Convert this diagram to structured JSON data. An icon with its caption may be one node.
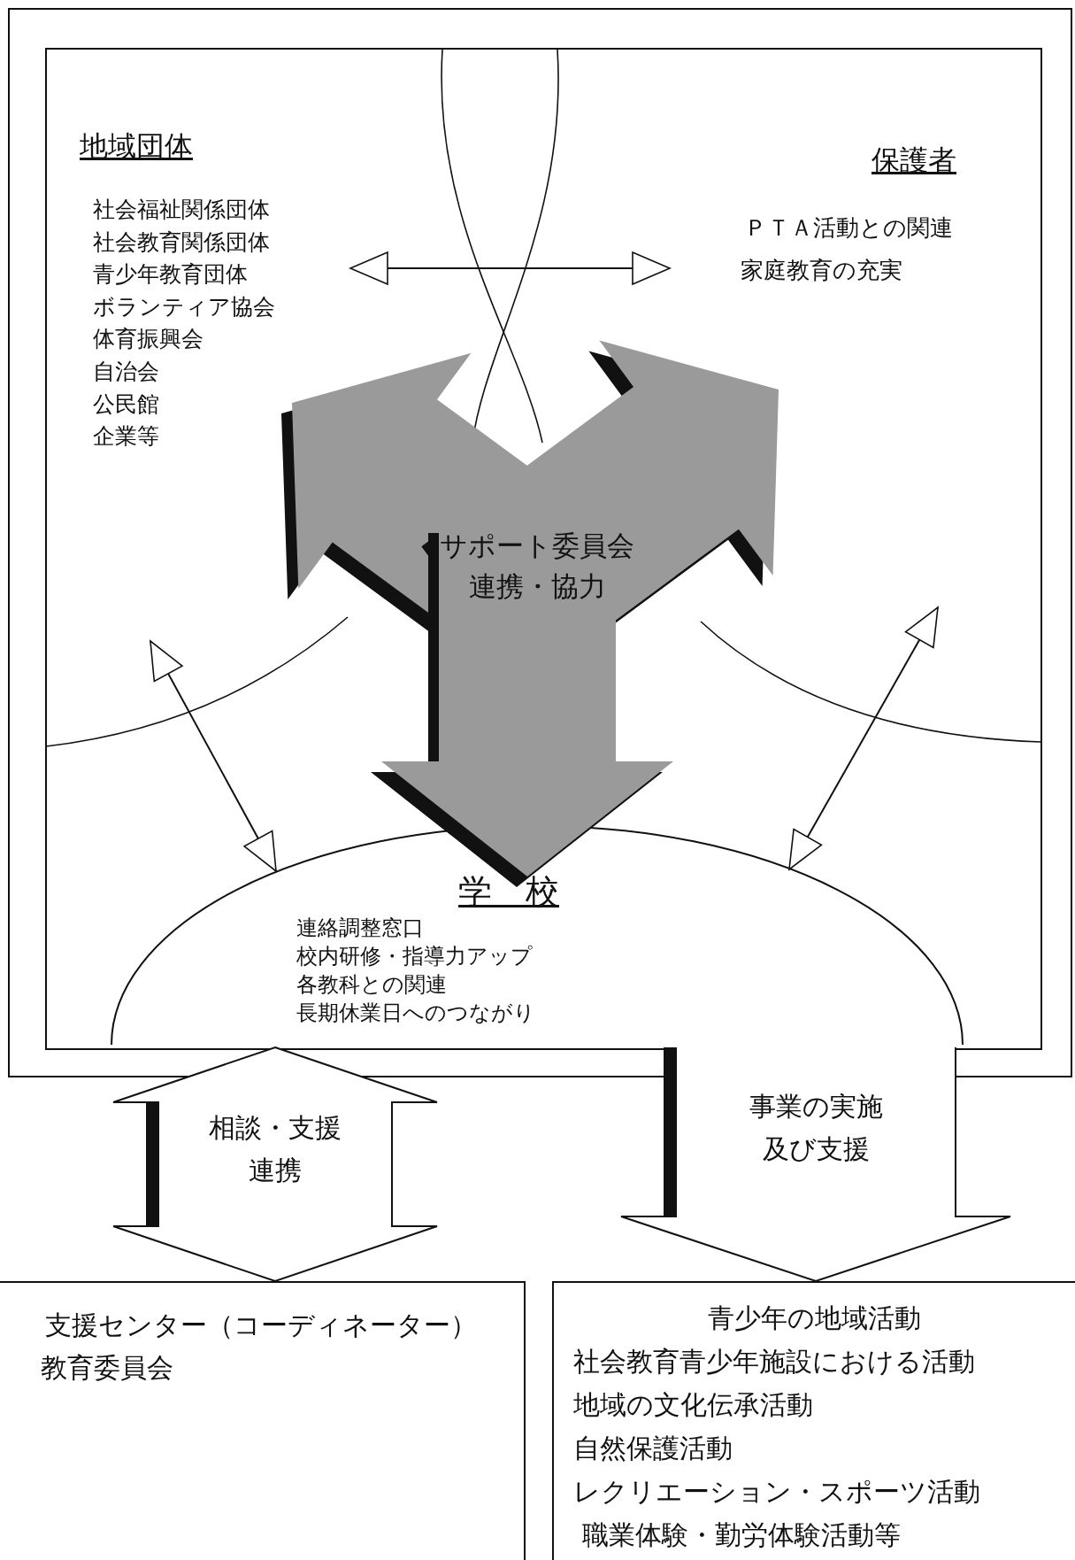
{
  "diagram": {
    "nodes": [
      {
        "text": [
          "地域団体",
          "社会福祉関係団体",
          "社会教育関係団体",
          "青少年教育団体",
          "ボランティア協会",
          "体育振興会",
          "自治会",
          "公民館",
          "企業等"
        ]
      },
      {
        "text": [
          "保護者",
          "ＰＴＡ活動との関連",
          "家庭教育の充実"
        ]
      },
      {
        "text": [
          "サポート委員会",
          "連携・協力"
        ]
      },
      {
        "text": [
          "学　校",
          "連絡調整窓口",
          "校内研修・指導力アップ",
          "各教科との関連",
          "長期休業日へのつながり"
        ]
      },
      {
        "text": [
          "支援センター（コーディネーター）",
          "教育委員会"
        ]
      },
      {
        "text": [
          "青少年の地域活動",
          "社会教育青少年施設における活動",
          "地域の文化伝承活動",
          "自然保護活動",
          "レクリエーション・スポーツ活動",
          "職業体験・勤労体験活動等"
        ]
      }
    ],
    "edges": [
      {
        "from": 0,
        "to": 1,
        "arrow": "both"
      },
      {
        "from": 0,
        "to": 3,
        "arrow": "both"
      },
      {
        "from": 1,
        "to": 3,
        "arrow": "both"
      },
      {
        "from": 3,
        "to": 4,
        "arrow": "both",
        "label": "相談・支援連携"
      },
      {
        "from": 3,
        "to": 5,
        "arrow": "to",
        "label": "事業の実施及び支援"
      },
      {
        "from": 2,
        "to": 0,
        "arrow": "to"
      },
      {
        "from": 2,
        "to": 1,
        "arrow": "to"
      },
      {
        "from": 2,
        "to": 3,
        "arrow": "to"
      }
    ]
  }
}
